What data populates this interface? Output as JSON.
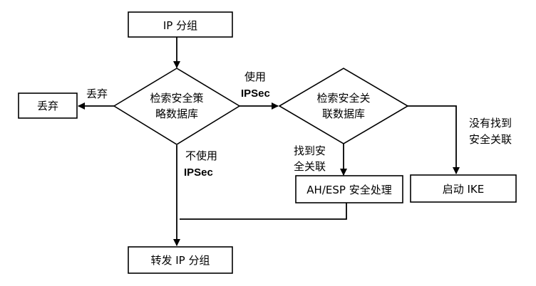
{
  "nodes": {
    "ip_packet": "IP 分组",
    "discard": "丢弃",
    "check_policy_db": [
      "检索安全策",
      "略数据库"
    ],
    "check_sa_db": [
      "检索安全关",
      "联数据库"
    ],
    "ah_esp": "AH/ESP 安全处理",
    "start_ike": "启动 IKE",
    "forward_ip": "转发 IP 分组"
  },
  "edges": {
    "discard_label": "丢弃",
    "use_ipsec": [
      "使用",
      "IPSec"
    ],
    "no_ipsec": [
      "不使用",
      "IPSec"
    ],
    "found_sa": [
      "找到安",
      "全关联"
    ],
    "no_sa": [
      "没有找到",
      "安全关联"
    ]
  }
}
